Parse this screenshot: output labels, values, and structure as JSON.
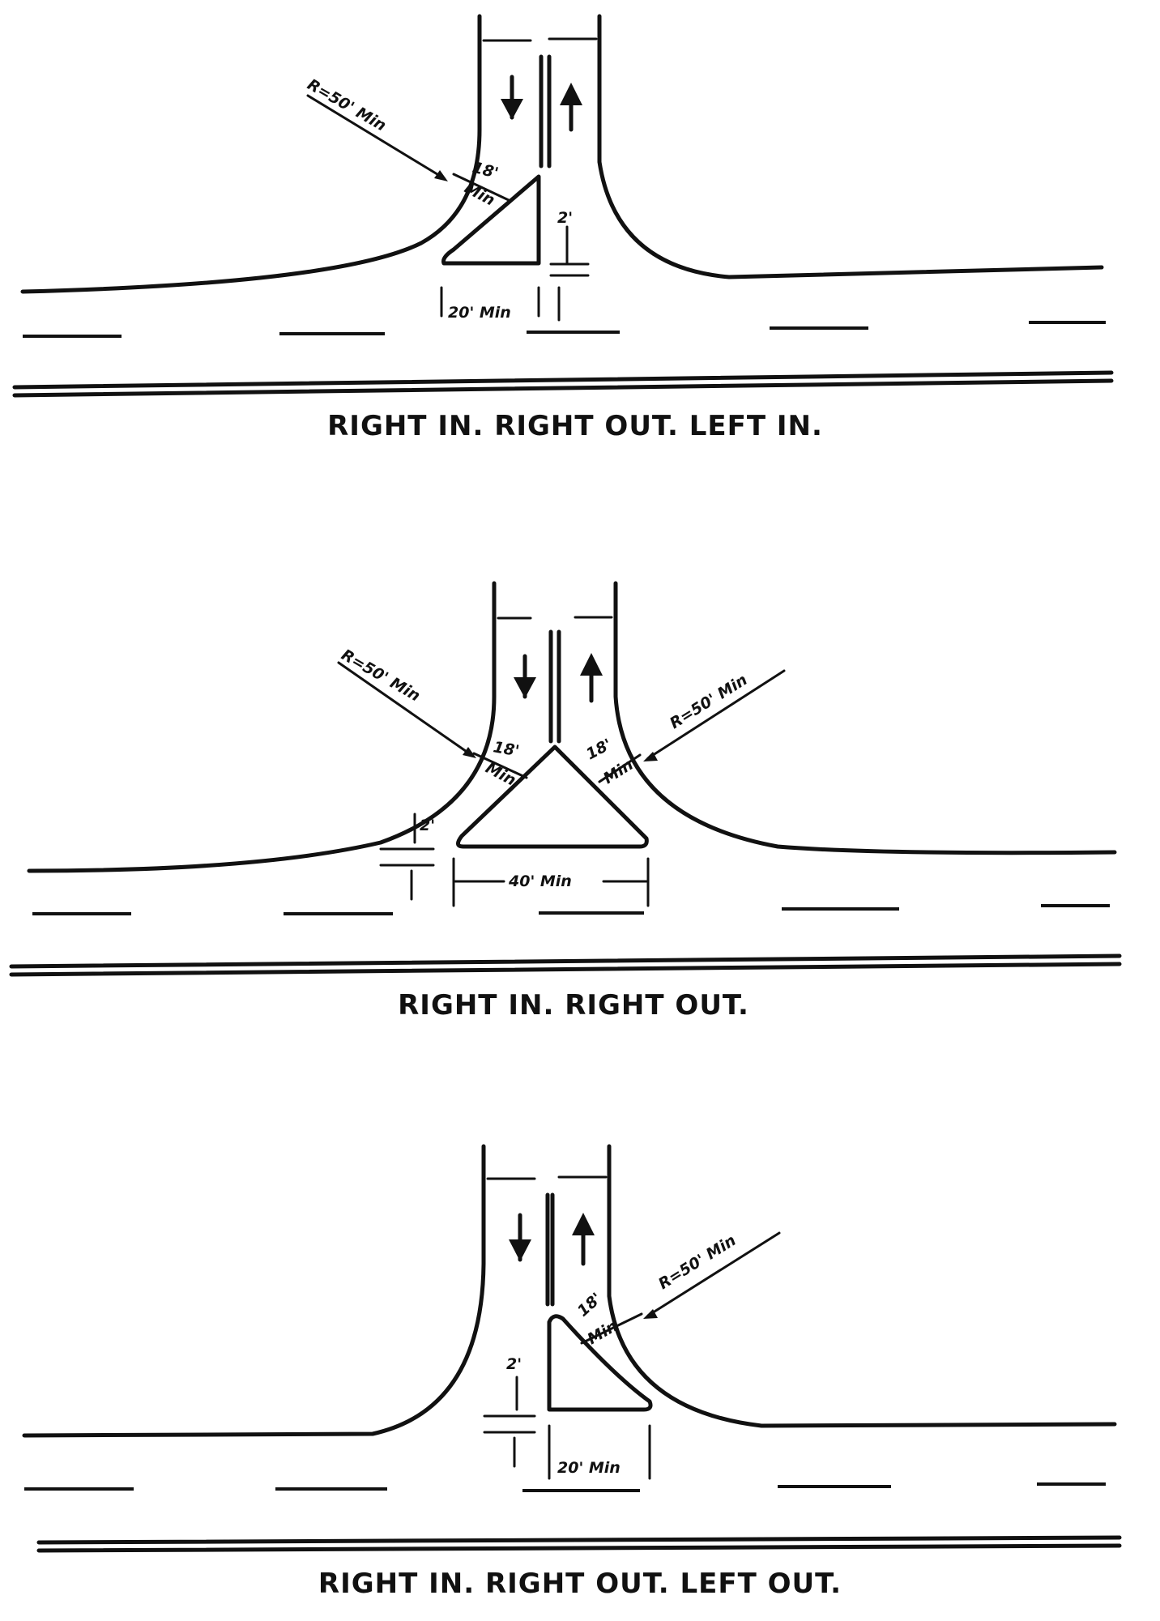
{
  "figures": [
    {
      "caption": "RIGHT IN. RIGHT OUT. LEFT IN.",
      "labels": {
        "radius": "R=50' Min",
        "width": "18'",
        "width_min": "Min",
        "offset": "2'",
        "length": "20' Min"
      }
    },
    {
      "caption": "RIGHT IN. RIGHT OUT.",
      "labels": {
        "radius_left": "R=50' Min",
        "radius_right": "R=50' Min",
        "width_left": "18'",
        "width_left_min": "Min",
        "width_right": "18'",
        "width_right_min": "Min",
        "offset": "2'",
        "length": "40' Min"
      }
    },
    {
      "caption": "RIGHT IN. RIGHT OUT. LEFT OUT.",
      "labels": {
        "radius": "R=50' Min",
        "width": "18'",
        "width_min": "Min",
        "offset": "2'",
        "length": "20' Min"
      }
    }
  ]
}
